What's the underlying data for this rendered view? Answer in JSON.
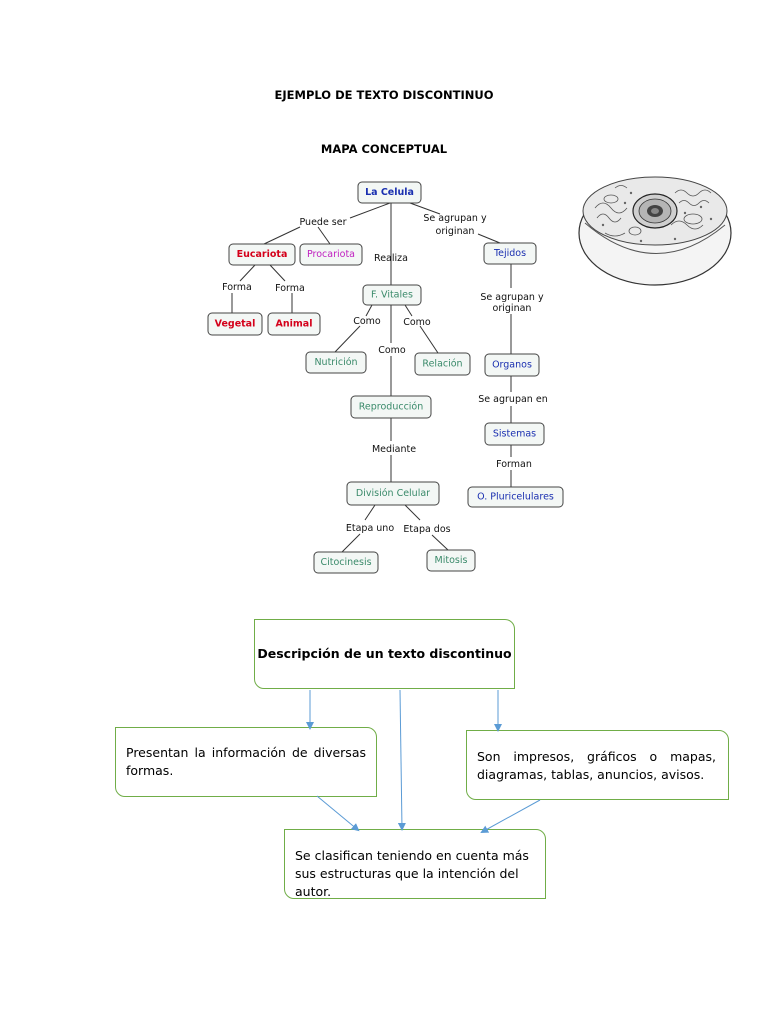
{
  "document": {
    "title": "EJEMPLO DE TEXTO DISCONTINUO",
    "subtitle": "MAPA CONCEPTUAL"
  },
  "concept_map": {
    "nodes": {
      "celula": "La Celula",
      "eucariota": "Eucariota",
      "procariota": "Procariota",
      "vegetal": "Vegetal",
      "animal": "Animal",
      "vitales": "F. Vitales",
      "nutricion": "Nutrición",
      "relacion": "Relación",
      "reproduccion": "Reproducción",
      "division": "División Celular",
      "citocinesis": "Citocinesis",
      "mitosis": "Mitosis",
      "tejidos": "Tejidos",
      "organos": "Organos",
      "sistemas": "Sistemas",
      "pluricelulares": "O. Pluricelulares"
    },
    "links": {
      "puede_ser": "Puede ser",
      "realiza": "Realiza",
      "agrupan_1a": "Se agrupan y",
      "agrupan_1b": "originan",
      "forma_1": "Forma",
      "forma_2": "Forma",
      "como_1": "Como",
      "como_2": "Como",
      "como_3": "Como",
      "agrupan_2a": "Se agrupan y",
      "agrupan_2b": "originan",
      "agrupan_en": "Se agrupan en",
      "forman": "Forman",
      "mediante": "Mediante",
      "etapa_uno": "Etapa uno",
      "etapa_dos": "Etapa dos"
    },
    "colors": {
      "celula": "#1a2fb0",
      "eucariota": "#d4001a",
      "procariota": "#c020c0",
      "vegetal": "#d4001a",
      "animal": "#d4001a",
      "green": "#3a8a6a",
      "blue": "#1a2fb0"
    }
  },
  "flow": {
    "header": "Descripción de un texto discontinuo",
    "left": "Presentan la información de diversas formas.",
    "right": "Son impresos, gráficos o mapas, diagramas, tablas, anuncios, avisos.",
    "bottom": "Se clasifican teniendo en cuenta más sus estructuras que la intención del autor.",
    "border_color": "#70ad47",
    "arrow_color": "#5b9bd5"
  }
}
